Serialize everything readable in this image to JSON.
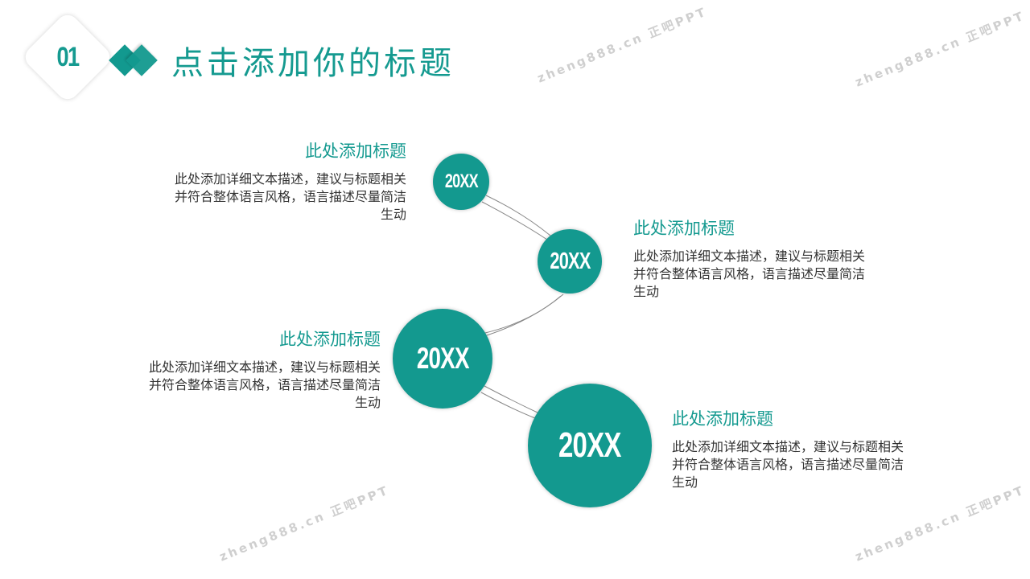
{
  "header": {
    "number": "01",
    "title": "点击添加你的标题"
  },
  "watermark": "zheng888.cn 正吧PPT",
  "items": [
    {
      "year": "20XX",
      "title": "此处添加标题",
      "desc": "此处添加详细文本描述，建议与标题相关并符合整体语言风格，语言描述尽量简洁生动"
    },
    {
      "year": "20XX",
      "title": "此处添加标题",
      "desc": "此处添加详细文本描述，建议与标题相关并符合整体语言风格，语言描述尽量简洁生动"
    },
    {
      "year": "20XX",
      "title": "此处添加标题",
      "desc": "此处添加详细文本描述，建议与标题相关并符合整体语言风格，语言描述尽量简洁生动"
    },
    {
      "year": "20XX",
      "title": "此处添加标题",
      "desc": "此处添加详细文本描述，建议与标题相关并符合整体语言风格，语言描述尽量简洁生动"
    }
  ],
  "colors": {
    "accent": "#13998f",
    "text": "#333333"
  }
}
